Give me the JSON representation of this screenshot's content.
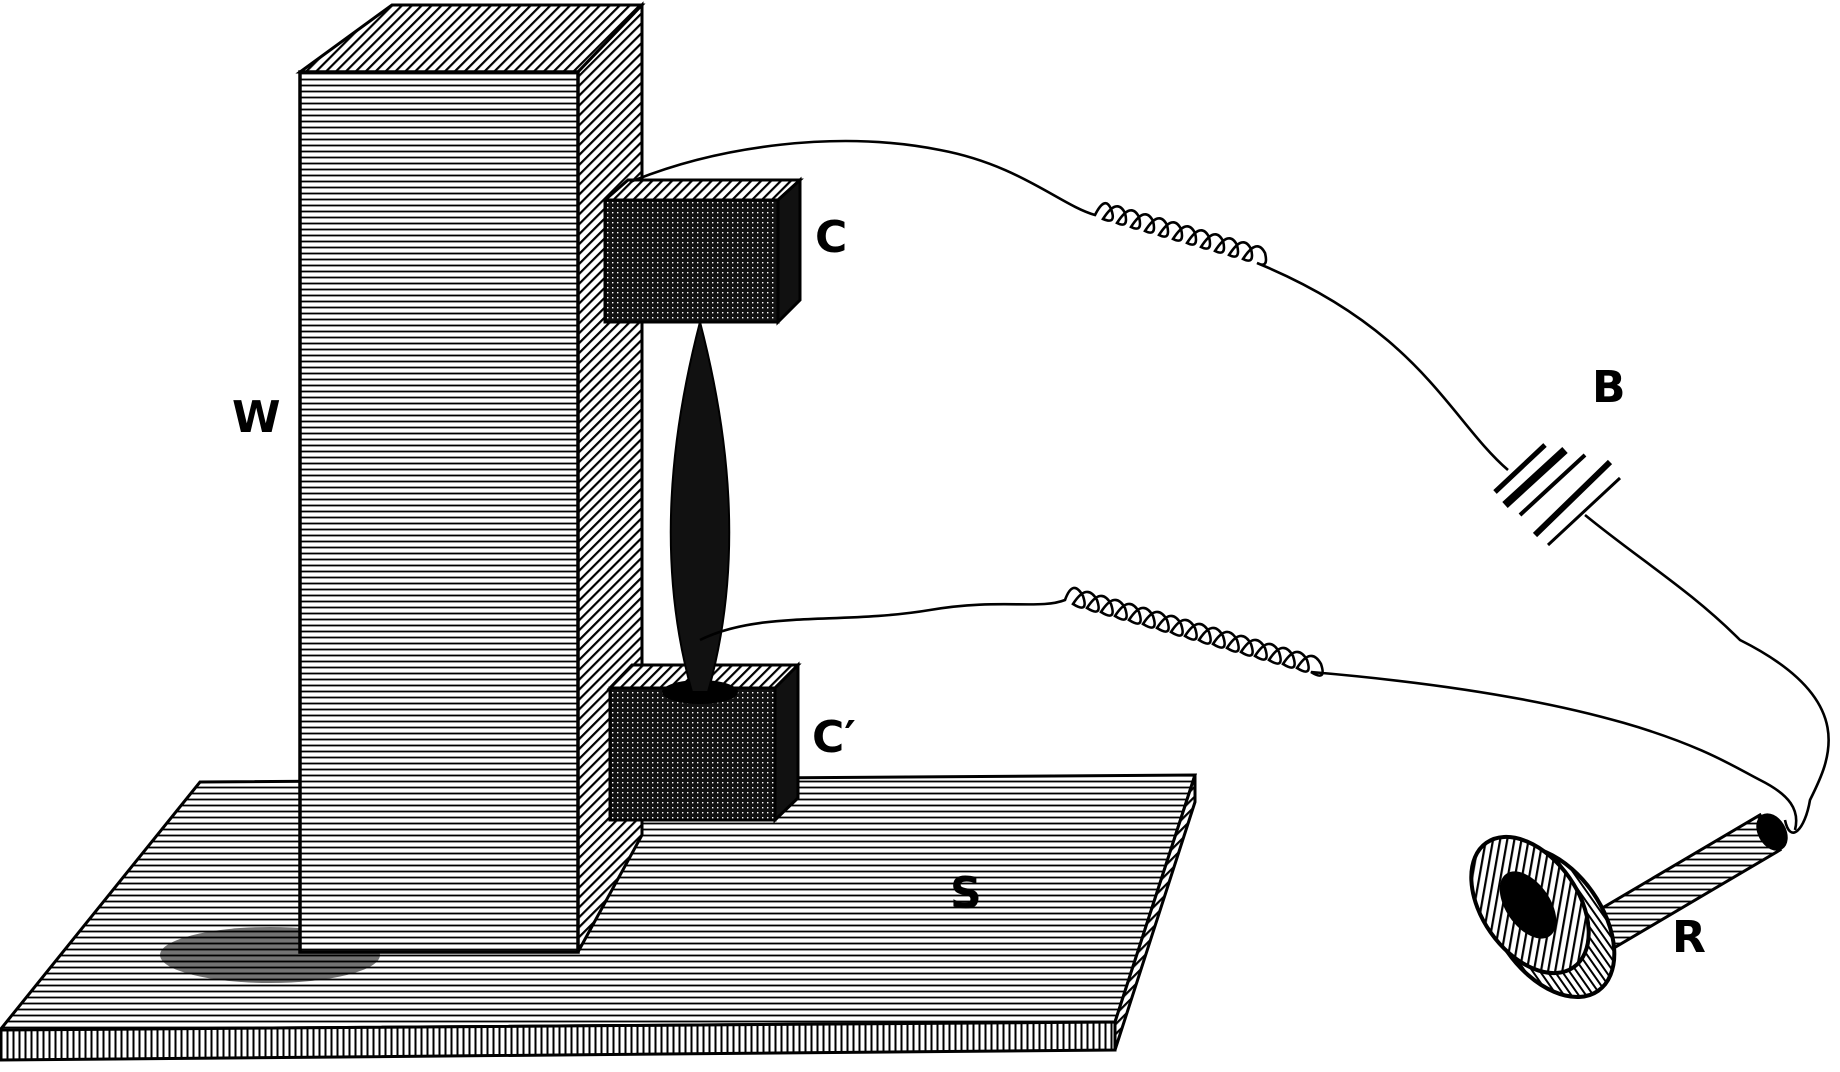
{
  "labels": {
    "wood_block": "W",
    "upper_carbon": "C",
    "lower_carbon": "C′",
    "battery": "B",
    "stand_base": "S",
    "receiver": "R"
  },
  "colors": {
    "ink": "#000000",
    "paper": "#ffffff"
  }
}
